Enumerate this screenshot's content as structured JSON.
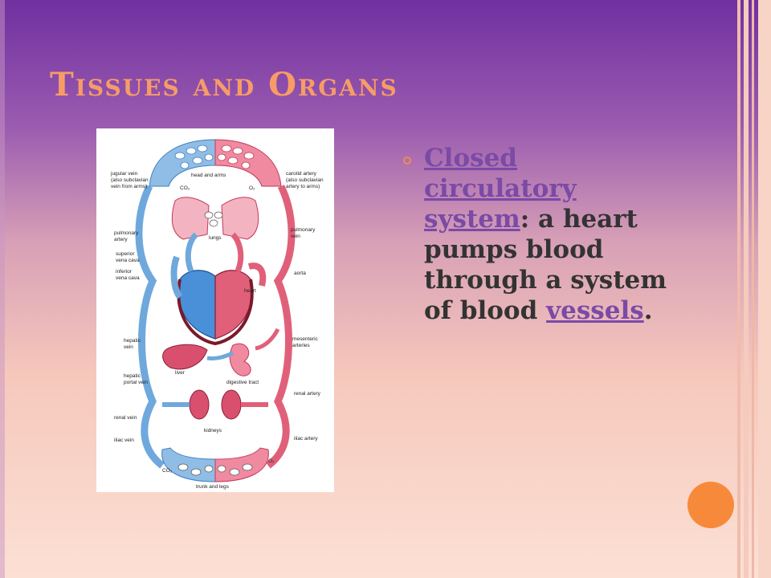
{
  "slide": {
    "title": "Tissues and Organs",
    "bullet": {
      "link1": "Closed circulatory system",
      "text1": ": a heart pumps blood through a system of blood ",
      "link2": "vessels",
      "text2": "."
    }
  },
  "figure": {
    "labels": {
      "jugular": [
        "jugular vein",
        "(also subclavian",
        "vein from arms)"
      ],
      "head": "head and arms",
      "co2_top": "CO₂",
      "o2_top": "O₂",
      "carotid": [
        "carotid artery",
        "(also subclavian",
        "artery to arms)"
      ],
      "pulmonary_artery": [
        "pulmonary",
        "artery"
      ],
      "lungs": "lungs",
      "pulmonary_vein": [
        "pulmonary",
        "vein"
      ],
      "superior": [
        "superior",
        "vena cava"
      ],
      "inferior": [
        "inferior",
        "vena cava"
      ],
      "aorta": "aorta",
      "heart": "heart",
      "hepatic_vein": [
        "hepatic",
        "vein"
      ],
      "mesenteric": [
        "mesenteric",
        "arteries"
      ],
      "liver": "liver",
      "hepatic_portal": [
        "hepatic",
        "portal vein"
      ],
      "digestive": "digestive tract",
      "renal_artery": "renal artery",
      "renal_vein": "renal vein",
      "kidneys": "kidneys",
      "iliac_vein": "iliac vein",
      "iliac_artery": "iliac artery",
      "co2_bottom": "CO₂",
      "o2_bottom": "O₂",
      "trunk": "trunk and legs"
    }
  },
  "colors": {
    "title": "#f79c67",
    "link": "#7a4aa6",
    "vein": "#6fa8dc",
    "artery": "#e0607a",
    "accent_orb": "#f78a3a"
  }
}
